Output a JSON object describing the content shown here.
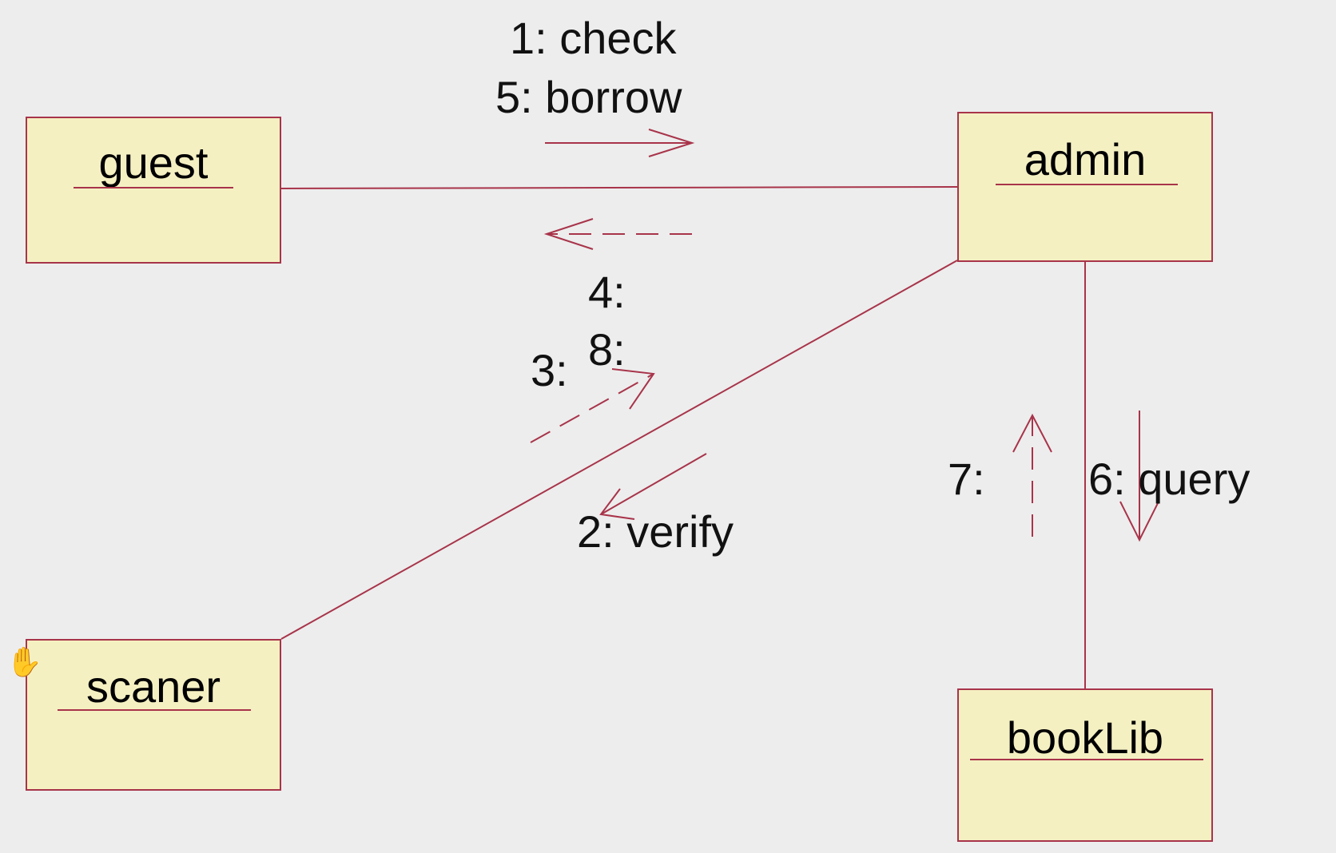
{
  "objects": {
    "guest": "guest",
    "admin": "admin",
    "scaner": "scaner",
    "booklib": "bookLib"
  },
  "messages": {
    "check": "1: check",
    "borrow": "5: borrow",
    "m4": "4:",
    "m8": "8:",
    "m3": "3:",
    "verify": "2: verify",
    "m7": "7:",
    "query": "6: query"
  },
  "icons": {
    "cursor": "hand-cursor-icon"
  },
  "colors": {
    "background": "#ededed",
    "object_fill": "#f5f0c2",
    "line": "#a8344a"
  }
}
